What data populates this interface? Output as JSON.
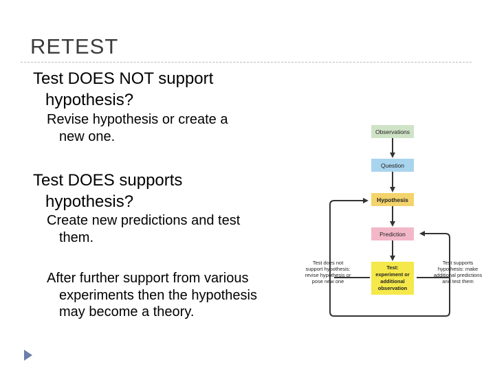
{
  "slide": {
    "title": "RETEST",
    "bullets": [
      {
        "marker": "",
        "line1": "Test DOES NOT support",
        "line2": "hypothesis?",
        "subs": [
          {
            "marker": "",
            "line1": "Revise hypothesis or create a",
            "line2": "new one."
          }
        ]
      },
      {
        "marker": "",
        "line1": "Test DOES supports",
        "line2": "hypothesis?",
        "subs": [
          {
            "marker": "",
            "line1": "Create new predictions and test",
            "line2": "them."
          },
          {
            "marker": "",
            "line1": "After further support from various",
            "line2": "experiments then the hypothesis",
            "line3": "may become a theory."
          }
        ]
      }
    ]
  },
  "diagram": {
    "observations": "Observations",
    "question": "Question",
    "hypothesis": "Hypothesis",
    "prediction": "Prediction",
    "test": [
      "Test:",
      "experiment or",
      "additional",
      "observation"
    ],
    "left_note": [
      "Test does not",
      "support hypothesis:",
      "revise hypothesis or",
      "pose new one"
    ],
    "right_note": [
      "Test supports",
      "hypothesis: make",
      "additional predictions",
      "and test them"
    ],
    "colors": {
      "observations": "#cfe3c6",
      "question": "#a9d4ee",
      "hypothesis": "#f3d36b",
      "prediction": "#f3b8c8",
      "test": "#f5e84a"
    }
  },
  "nav": {
    "icon": "play-triangle-icon"
  }
}
